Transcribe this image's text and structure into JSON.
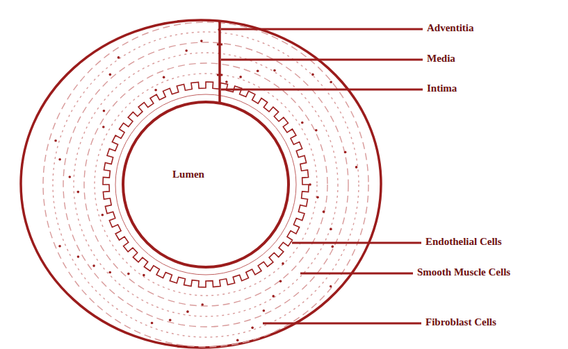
{
  "diagram": {
    "nodes": [
      {
        "text": [
          "Lumen"
        ]
      }
    ],
    "labels": [
      "Adventitia",
      "Media",
      "Intima",
      "Endothelial Cells",
      "Smooth Muscle Cells",
      "Fibroblast Cells"
    ]
  }
}
